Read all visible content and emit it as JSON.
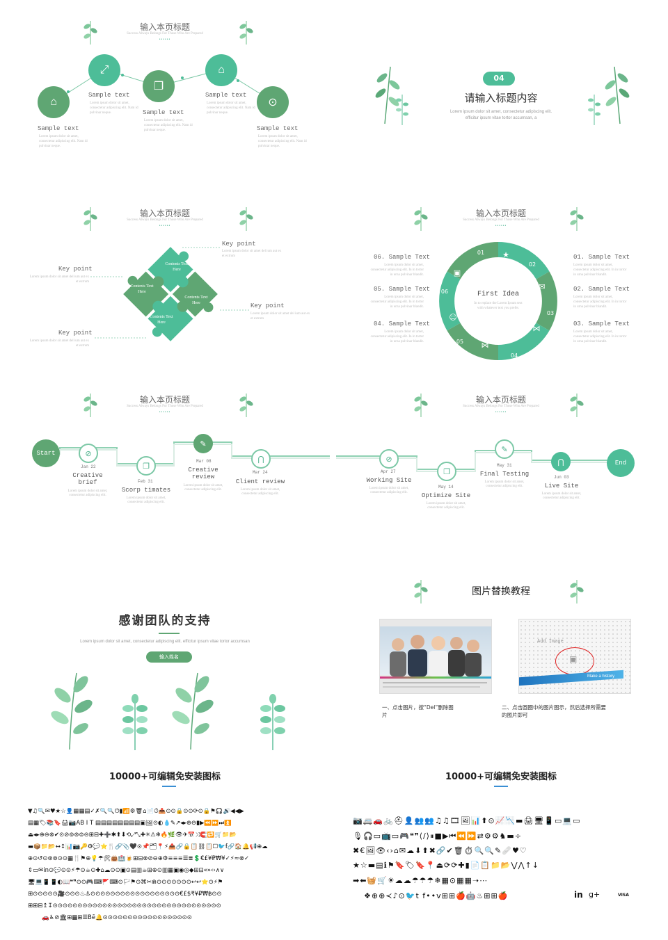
{
  "header": {
    "title": "输入本页标题",
    "subtitle": "Success Always Belongs For Those Who Are Prepared",
    "dots": "••••••"
  },
  "slide1": {
    "items": [
      {
        "label": "Sample text",
        "lorem": "Lorem ipsum dolor sit amet, consectetur adipiscing elit. Nam id pulvinar neque."
      },
      {
        "label": "Sample text",
        "lorem": "Lorem ipsum dolor sit amet, consectetur adipiscing elit. Nam id pulvinar neque."
      },
      {
        "label": "Sample text",
        "lorem": "Lorem ipsum dolor sit amet, consectetur adipiscing elit. Nam id pulvinar neque."
      },
      {
        "label": "Sample text",
        "lorem": "Lorem ipsum dolor sit amet, consectetur adipiscing elit. Nam id pulvinar neque."
      },
      {
        "label": "Sample text",
        "lorem": "Lorem ipsum dolor sit amet, consectetur adipiscing elit. Nam id pulvinar neque."
      }
    ]
  },
  "slide2": {
    "badge": "04",
    "title": "请输入标题内容",
    "lorem1": "Lorem ipsum dolor sit amet, consectetur adipiscing elit.",
    "lorem2": "efficitur ipsum vitae tortor accumsan, a"
  },
  "slide3": {
    "pieces": [
      "Contents Text Here",
      "Contents Text Here",
      "Contents Text Here",
      "Contents Text Here"
    ],
    "points": [
      {
        "label": "Key point",
        "lorem": "Lorem ipsum dolor sit amet del ium aut ex et extrum"
      },
      {
        "label": "Key point",
        "lorem": "Lorem ipsum dolor sit amet del ium aut ex et extrum"
      },
      {
        "label": "Key point",
        "lorem": "Lorem ipsum dolor sit amet del ium aut ex et extrum"
      },
      {
        "label": "Key point",
        "lorem": "Lorem ipsum dolor sit amet del ium aut ex et extrum"
      }
    ]
  },
  "slide4": {
    "center_title": "First Idea",
    "center_text": "In to replace the Lorem Ipsum text with whatever text you prefer.",
    "numbers": [
      "01",
      "02",
      "03",
      "04",
      "05",
      "06"
    ],
    "left": [
      {
        "label": "06. Sample Text",
        "lorem": "Lorem ipsum dolor sit amet, consectetur adipiscing elit. In in tortor in urna pulvinar blandit."
      },
      {
        "label": "05. Sample Text",
        "lorem": "Lorem ipsum dolor sit amet, consectetur adipiscing elit. In in tortor in urna pulvinar blandit."
      },
      {
        "label": "04. Sample Text",
        "lorem": "Lorem ipsum dolor sit amet, consectetur adipiscing elit. In in tortor in urna pulvinar blandit."
      }
    ],
    "right": [
      {
        "label": "01. Sample Text",
        "lorem": "Lorem ipsum dolor sit amet, consectetur adipiscing elit. In in tortor in urna pulvinar blandit."
      },
      {
        "label": "02. Sample Text",
        "lorem": "Lorem ipsum dolor sit amet, consectetur adipiscing elit. In in tortor in urna pulvinar blandit."
      },
      {
        "label": "03. Sample Text",
        "lorem": "Lorem ipsum dolor sit amet, consectetur adipiscing elit. In in tortor in urna pulvinar blandit."
      }
    ]
  },
  "slide5": {
    "start": "Start",
    "steps": [
      {
        "date": "Jan 22",
        "name": "Creative brief",
        "desc": "Lorem ipsum dolor sit amet, consectetur adipiscing elit."
      },
      {
        "date": "Feb 31",
        "name": "Scorp timates",
        "desc": "Lorem ipsum dolor sit amet, consectetur adipiscing elit."
      },
      {
        "date": "Mar 08",
        "name": "Creative review",
        "desc": "Lorem ipsum dolor sit amet, consectetur adipiscing elit."
      },
      {
        "date": "Mar 24",
        "name": "Client review",
        "desc": "Lorem ipsum dolor sit amet, consectetur adipiscing elit."
      }
    ]
  },
  "slide6": {
    "end": "End",
    "steps": [
      {
        "date": "Apr 27",
        "name": "Working Site",
        "desc": "Lorem ipsum dolor sit amet, consectetur adipiscing elit."
      },
      {
        "date": "May 14",
        "name": "Optimize Site",
        "desc": "Lorem ipsum dolor sit amet, consectetur adipiscing elit."
      },
      {
        "date": "May 31",
        "name": "Final Testing",
        "desc": "Lorem ipsum dolor sit amet, consectetur adipiscing elit."
      },
      {
        "date": "Jun 03",
        "name": "Live Site",
        "desc": "Lorem ipsum dolor sit amet, consectetur adipiscing elit."
      }
    ]
  },
  "slide7": {
    "title": "感谢团队的支持",
    "lorem": "Lorem ipsum dolor sit amet, consectetur adipiscing elit.   efficitur ipsum vitae tortor accumsan",
    "button": "输入姓名"
  },
  "slide8": {
    "title": "图片替换教程",
    "caption1": "一、点击图片，按“Del”删除图片",
    "caption2": "二、点击圆圈中的图片图示，然后选择所需要的图片即可",
    "img2_label": "Add Image",
    "img2_banner": "Make a history"
  },
  "slide9": {
    "title": "10000+可编辑免安装图标"
  },
  "slide10": {
    "title": "10000+可编辑免安装图标",
    "in_label": "in",
    "gplus_label": "g+",
    "visa_label": "VISA"
  },
  "colors": {
    "green_dark": "#5fa673",
    "teal": "#4dbd98",
    "light_green": "#8fd1b3"
  }
}
